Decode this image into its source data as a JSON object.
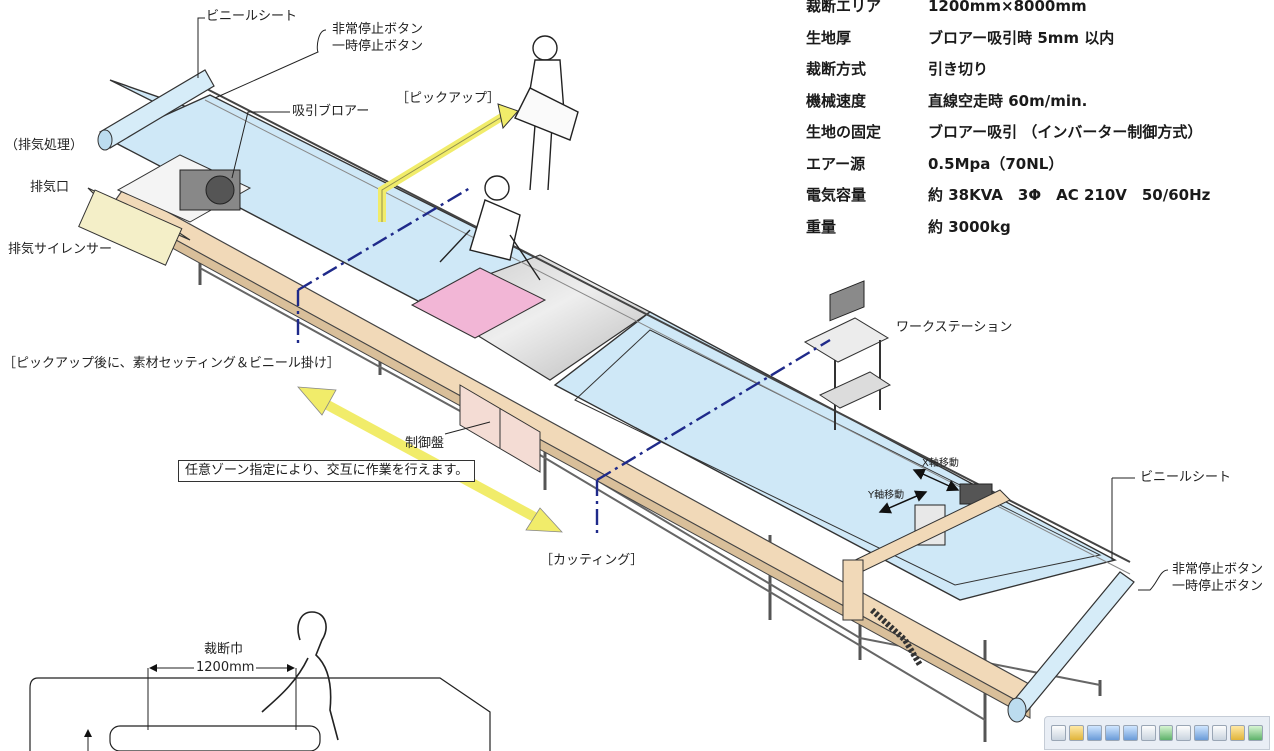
{
  "spec": [
    {
      "label": "裁断エリア",
      "value": "1200mm×8000mm"
    },
    {
      "label": "生地厚",
      "value": "ブロアー吸引時 5mm 以内"
    },
    {
      "label": "裁断方式",
      "value": "引き切り"
    },
    {
      "label": "機械速度",
      "value": "直線空走時 60m/min."
    },
    {
      "label": "生地の固定",
      "value": "ブロアー吸引 （インバーター制御方式）"
    },
    {
      "label": "エアー源",
      "value": "0.5Mpa（70NL）"
    },
    {
      "label": "電気容量",
      "value": "約 38KVA　3Φ　AC 210V　50/60Hz"
    },
    {
      "label": "重量",
      "value": "約 3000kg"
    }
  ],
  "labels": {
    "vinyl_sheet_left": "ビニールシート",
    "estop_left_1": "非常停止ボタン",
    "estop_left_2": "一時停止ボタン",
    "blower": "吸引ブロアー",
    "pickup": "［ピックアップ］",
    "exhaust_treatment": "（排気処理）",
    "exhaust_port": "排気口",
    "exhaust_silencer": "排気サイレンサー",
    "after_pickup": "［ピックアップ後に、素材セッティング＆ビニール掛け］",
    "workstation": "ワークステーション",
    "control_panel": "制御盤",
    "zone_note": "任意ゾーン指定により、交互に作業を行えます。",
    "cutting": "［カッティング］",
    "x_axis": "X軸移動",
    "y_axis": "Y軸移動",
    "vinyl_sheet_right": "ビニールシート",
    "estop_right_1": "非常停止ボタン",
    "estop_right_2": "一時停止ボタン",
    "cut_width": "裁断巾",
    "cut_width_value": "1200mm"
  },
  "colors": {
    "table_surface": "#cfe8f7",
    "frame": "#f1d9b8",
    "fabric": "#f2b6d6",
    "yellow_arrow": "#f1ec6a",
    "blue_dash": "#1f2a8a"
  }
}
